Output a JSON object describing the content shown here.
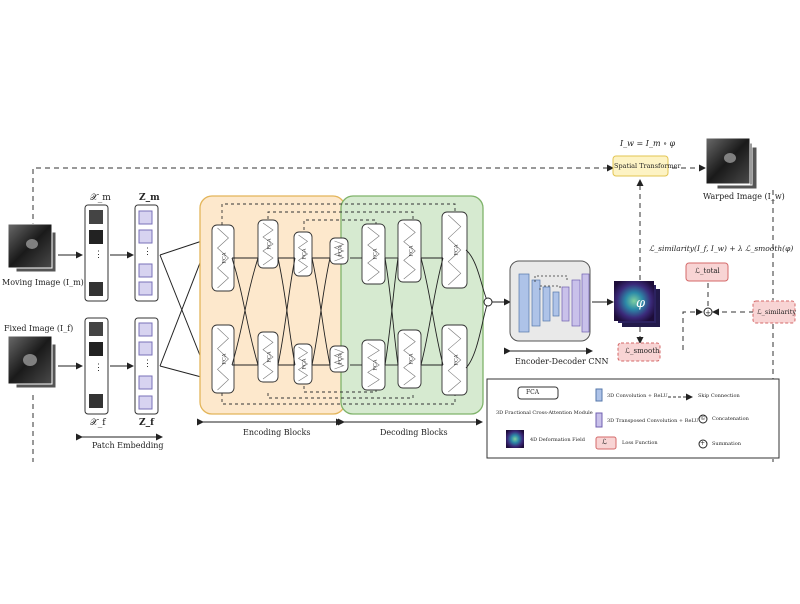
{
  "labels": {
    "moving_image": "Moving Image (I_m)",
    "fixed_image": "Fixed Image (I_f)",
    "xm": "𝒳_m",
    "xf": "𝒳_f",
    "zm": "Z_m",
    "zf": "Z_f",
    "patch_embedding": "Patch Embedding",
    "encoding_blocks": "Encoding Blocks",
    "decoding_blocks": "Decoding Blocks",
    "encoder_decoder": "Encoder-Decoder CNN",
    "spatial_transformer": "Spatial Transformer",
    "warp_eq": "I_w = I_m ∘ φ",
    "warped_image": "Warped Image (I_w)",
    "loss_eq": "ℒ_similarity(I_f, I_w) + λ ℒ_smooth(φ)",
    "l_total": "ℒ_total",
    "l_smooth": "ℒ_smooth",
    "l_similarity": "ℒ_similarity",
    "phi": "φ",
    "fca": "FCA",
    "ellipsis": "⋮"
  },
  "legend": {
    "fca_module": "3D Fractional Cross-Attention Module",
    "conv": "3D Convolution + ReLU",
    "tconv": "3D Transposed Convolution + ReLU",
    "skip": "Skip Connection",
    "concat": "Concatenation",
    "sum": "Summation",
    "deform": "4D Deformation Field",
    "loss_fn": "Loss Function",
    "loss_symbol": "ℒ",
    "concat_symbol": "©",
    "sum_symbol": "+"
  },
  "colors": {
    "encoding_fill": "#fde8cc",
    "encoding_border": "#e3b55a",
    "decoding_fill": "#d6ead0",
    "decoding_border": "#7fb36a",
    "spatial_fill": "#fdf3c4",
    "spatial_border": "#e2c452",
    "loss_fill": "#f8d4d4",
    "loss_border": "#d46a6a",
    "patch_fill": "#d7d3f0",
    "cnn_box_fill": "#e9e9e9",
    "cnn_conv": "#aec3e8",
    "cnn_tconv": "#c9c1ea"
  }
}
